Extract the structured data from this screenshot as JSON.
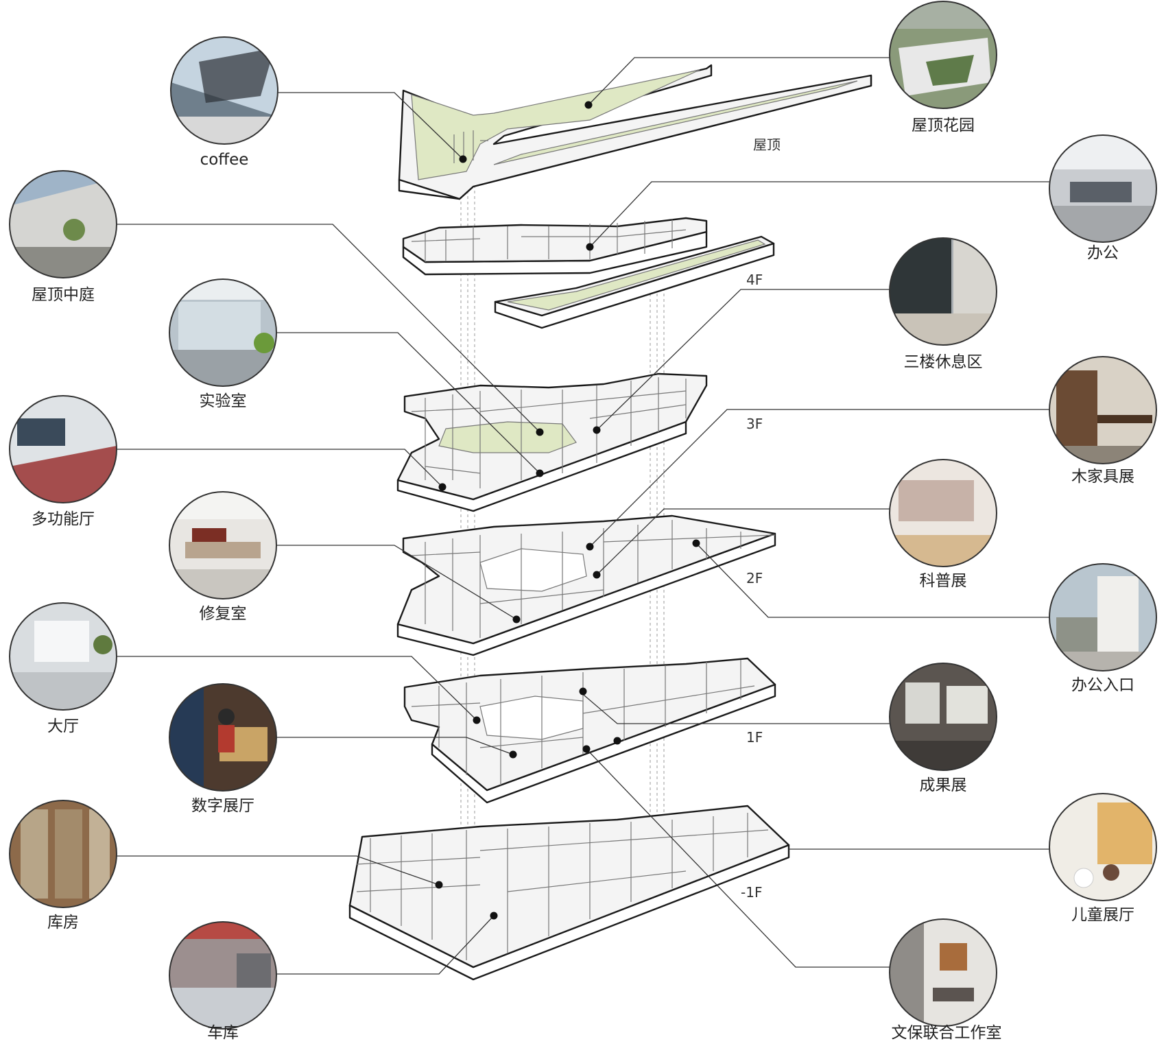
{
  "floors": {
    "roof": "屋顶",
    "f4": "4F",
    "f3": "3F",
    "f2": "2F",
    "f1": "1F",
    "b1": "-1F"
  },
  "callouts": {
    "coffee": "coffee",
    "roof_garden": "屋顶花园",
    "roof_atrium": "屋顶中庭",
    "office": "办公",
    "lab": "实验室",
    "third_floor_lounge": "三楼休息区",
    "multi_function_hall": "多功能厅",
    "wood_furniture_exhibit": "木家具展",
    "restoration_room": "修复室",
    "science_exhibit": "科普展",
    "office_entrance": "办公入口",
    "lobby": "大厅",
    "digital_exhibit_hall": "数字展厅",
    "achievement_exhibit": "成果展",
    "storage": "库房",
    "children_exhibit_hall": "儿童展厅",
    "garage": "车库",
    "conservation_studio": "文保联合工作室"
  },
  "photo_tints": {
    "coffee": "#6f7f8c",
    "roof_garden": "#8a9a7a",
    "roof_atrium": "#9fb4c8",
    "office": "#c9ccd0",
    "lab": "#b9c4cc",
    "third_floor_lounge": "#a9aeb2",
    "multi_function_hall": "#a44d4d",
    "wood_furniture_exhibit": "#6b4b34",
    "restoration_room": "#b8a48e",
    "science_exhibit": "#c7b2a8",
    "office_entrance": "#b9c6cf",
    "lobby": "#d9dde0",
    "digital_exhibit_hall": "#4d3a2e",
    "achievement_exhibit": "#5b5550",
    "storage": "#8d6a4a",
    "children_exhibit_hall": "#e2b46a",
    "garage": "#9c8f8f",
    "conservation_studio": "#8f8c88"
  }
}
